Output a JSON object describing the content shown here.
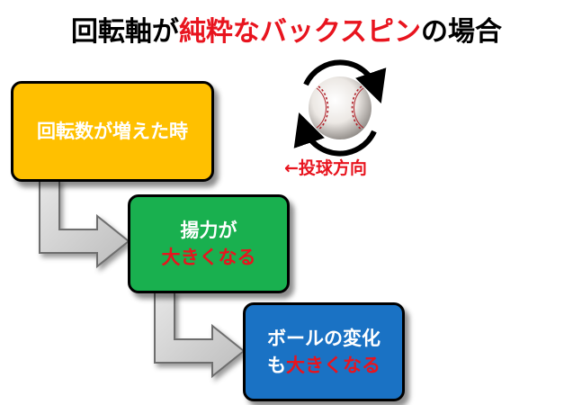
{
  "title": {
    "prefix": "回転軸が",
    "highlight": "純粋なバックスピン",
    "suffix": "の場合"
  },
  "colors": {
    "title_accent": "#e8141e",
    "step1_fill": "#ffc000",
    "step2_fill": "#19b04f",
    "step3_fill": "#1a72c4",
    "arrow_fill": "#cfcfcf",
    "emphasis_text": "#e8141e"
  },
  "baseball": {
    "icon": "baseball-icon",
    "rotation_icon": "rotation-arrows-icon",
    "direction_label": "←投球方向"
  },
  "steps": [
    {
      "line1": "回転数が増えた時"
    },
    {
      "line1": "揚力が",
      "line2_emphasis": "大きくなる"
    },
    {
      "line1": "ボールの変化",
      "line2_prefix": "も",
      "line2_emphasis": "大きくなる"
    }
  ]
}
